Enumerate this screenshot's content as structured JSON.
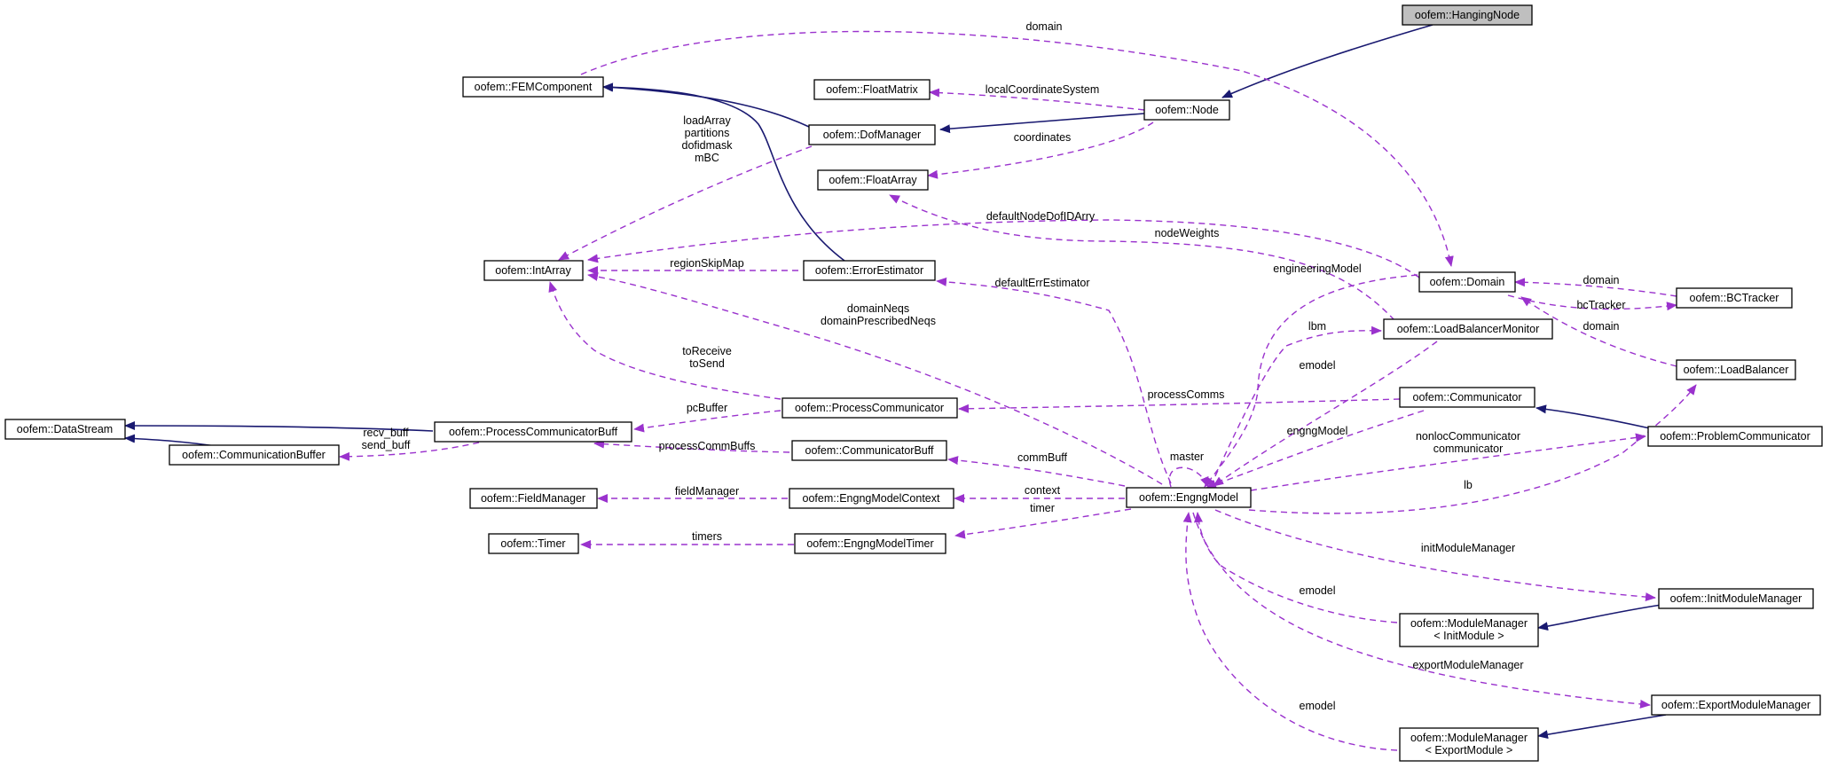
{
  "colors": {
    "inheritance": "#191970",
    "usage": "#9a32cd",
    "root_fill": "#bfbfbf"
  },
  "nodes": {
    "hanging_node": [
      "oofem::HangingNode"
    ],
    "fem_component": [
      "oofem::FEMComponent"
    ],
    "float_matrix": [
      "oofem::FloatMatrix"
    ],
    "node": [
      "oofem::Node"
    ],
    "dof_manager": [
      "oofem::DofManager"
    ],
    "float_array": [
      "oofem::FloatArray"
    ],
    "int_array": [
      "oofem::IntArray"
    ],
    "error_estimator": [
      "oofem::ErrorEstimator"
    ],
    "domain": [
      "oofem::Domain"
    ],
    "bc_tracker": [
      "oofem::BCTracker"
    ],
    "load_balancer_monitor": [
      "oofem::LoadBalancerMonitor"
    ],
    "load_balancer": [
      "oofem::LoadBalancer"
    ],
    "data_stream": [
      "oofem::DataStream"
    ],
    "process_communicator_buff": [
      "oofem::ProcessCommunicatorBuff"
    ],
    "process_communicator": [
      "oofem::ProcessCommunicator"
    ],
    "communicator": [
      "oofem::Communicator"
    ],
    "problem_communicator": [
      "oofem::ProblemCommunicator"
    ],
    "communication_buffer": [
      "oofem::CommunicationBuffer"
    ],
    "communicator_buff": [
      "oofem::CommunicatorBuff"
    ],
    "field_manager": [
      "oofem::FieldManager"
    ],
    "engng_model_context": [
      "oofem::EngngModelContext"
    ],
    "engng_model": [
      "oofem::EngngModel"
    ],
    "timer": [
      "oofem::Timer"
    ],
    "engng_model_timer": [
      "oofem::EngngModelTimer"
    ],
    "init_module_manager": [
      "oofem::InitModuleManager"
    ],
    "module_manager_init": [
      "oofem::ModuleManager",
      "< InitModule >"
    ],
    "export_module_manager": [
      "oofem::ExportModuleManager"
    ],
    "module_manager_export": [
      "oofem::ModuleManager",
      "< ExportModule >"
    ]
  },
  "edge_labels": {
    "domain_top": [
      "domain"
    ],
    "local_coordinate_system": [
      "localCoordinateSystem"
    ],
    "coordinates": [
      "coordinates"
    ],
    "dofmanager_intarray": [
      "loadArray",
      "partitions",
      "dofidmask",
      "mBC"
    ],
    "default_node_dof_id_arry": [
      "defaultNodeDofIDArry"
    ],
    "node_weights": [
      "nodeWeights"
    ],
    "region_skip_map": [
      "regionSkipMap"
    ],
    "default_err_estimator": [
      "defaultErrEstimator"
    ],
    "engineering_model": [
      "engineeringModel"
    ],
    "domain_bctracker": [
      "domain"
    ],
    "bc_tracker": [
      "bcTracker"
    ],
    "domain_loadbalancer": [
      "domain"
    ],
    "domain_neqs": [
      "domainNeqs",
      "domainPrescribedNeqs"
    ],
    "lbm": [
      "lbm"
    ],
    "to_receive_send": [
      "toReceive",
      "toSend"
    ],
    "emodel_lbm": [
      "emodel"
    ],
    "pc_buffer": [
      "pcBuffer"
    ],
    "process_comms": [
      "processComms"
    ],
    "recv_send_buff": [
      "recv_buff",
      "send_buff"
    ],
    "process_comm_buffs": [
      "processCommBuffs"
    ],
    "engng_model_comm": [
      "engngModel"
    ],
    "nonloc_communicator": [
      "nonlocCommunicator",
      "communicator"
    ],
    "master": [
      "master"
    ],
    "comm_buff": [
      "commBuff"
    ],
    "field_manager": [
      "fieldManager"
    ],
    "context": [
      "context"
    ],
    "timer": [
      "timer"
    ],
    "lb": [
      "lb"
    ],
    "timers": [
      "timers"
    ],
    "init_module_manager": [
      "initModuleManager"
    ],
    "emodel_init": [
      "emodel"
    ],
    "export_module_manager": [
      "exportModuleManager"
    ],
    "emodel_export": [
      "emodel"
    ]
  }
}
